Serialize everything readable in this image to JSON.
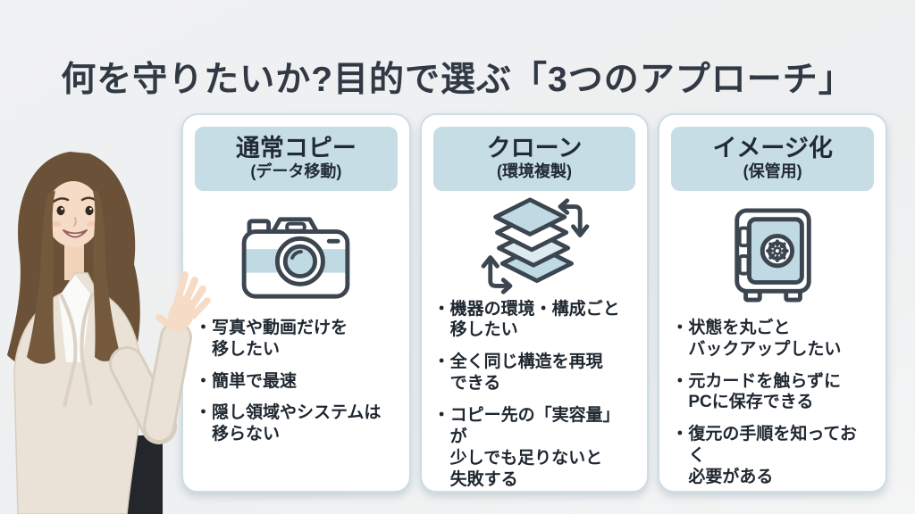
{
  "title": "何を守りたいか?目的で選ぶ「3つのアプローチ」",
  "bullet_marker": "・",
  "cards": [
    {
      "title": "通常コピー",
      "subtitle": "(データ移動)",
      "icon": "camera-icon",
      "bullets": [
        "写真や動画だけを\n移したい",
        "簡単で最速",
        "隠し領域やシステムは\n移らない"
      ]
    },
    {
      "title": "クローン",
      "subtitle": "(環境複製)",
      "icon": "layers-sync-icon",
      "bullets": [
        "機器の環境・構成ごと\n移したい",
        "全く同じ構造を再現\nできる",
        "コピー先の「実容量」が\n少しでも足りないと\n失敗する"
      ]
    },
    {
      "title": "イメージ化",
      "subtitle": "(保管用)",
      "icon": "safe-icon",
      "bullets": [
        "状態を丸ごと\nバックアップしたい",
        "元カードを触らずに\nPCに保存できる",
        "復元の手順を知っておく\n必要がある"
      ]
    }
  ],
  "colors": {
    "background": "#eff0f1",
    "card_bg": "#ffffff",
    "card_border": "#ccdde4",
    "header_bg": "#c6dde5",
    "icon_fill": "#c0dae4",
    "icon_fill_light": "#dcebf0",
    "icon_stroke": "#3c4650",
    "text": "#222b35"
  }
}
